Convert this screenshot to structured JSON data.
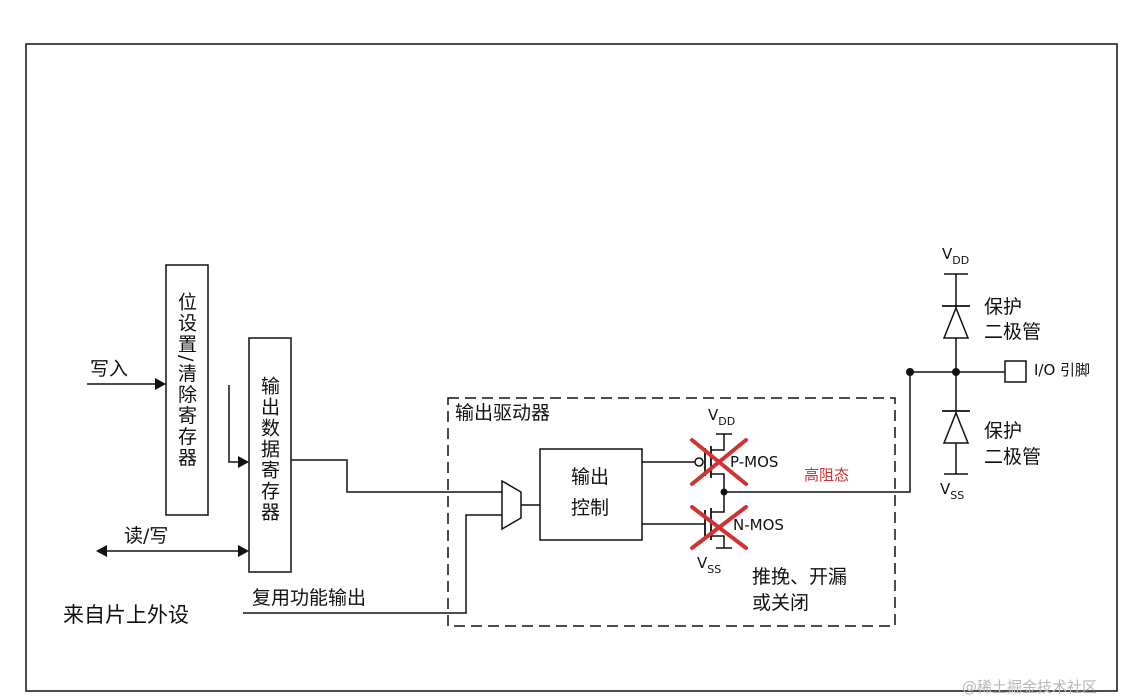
{
  "labels": {
    "bit_set_clear_register": "位设置/清除寄存器",
    "output_data_register": "输出数据寄存器",
    "write": "写入",
    "read_write": "读/写",
    "from_peripheral": "来自片上外设",
    "alt_function_output": "复用功能输出",
    "output_driver": "输出驱动器",
    "output_control_line1": "输出",
    "output_control_line2": "控制",
    "vdd_main": "V",
    "vdd_sub": "DD",
    "vss_main": "V",
    "vss_sub": "SS",
    "pmos": "P-MOS",
    "nmos": "N-MOS",
    "high_impedance": "高阻态",
    "push_pull_line1": "推挽、开漏",
    "push_pull_line2": "或关闭",
    "protect_diode_line1": "保护",
    "protect_diode_line2": "二极管",
    "io_pin": "I/O 引脚",
    "watermark": "@稀土掘金技术社区"
  },
  "colors": {
    "line": "#111111",
    "cross": "#d23232",
    "annotation": "#d23232"
  }
}
